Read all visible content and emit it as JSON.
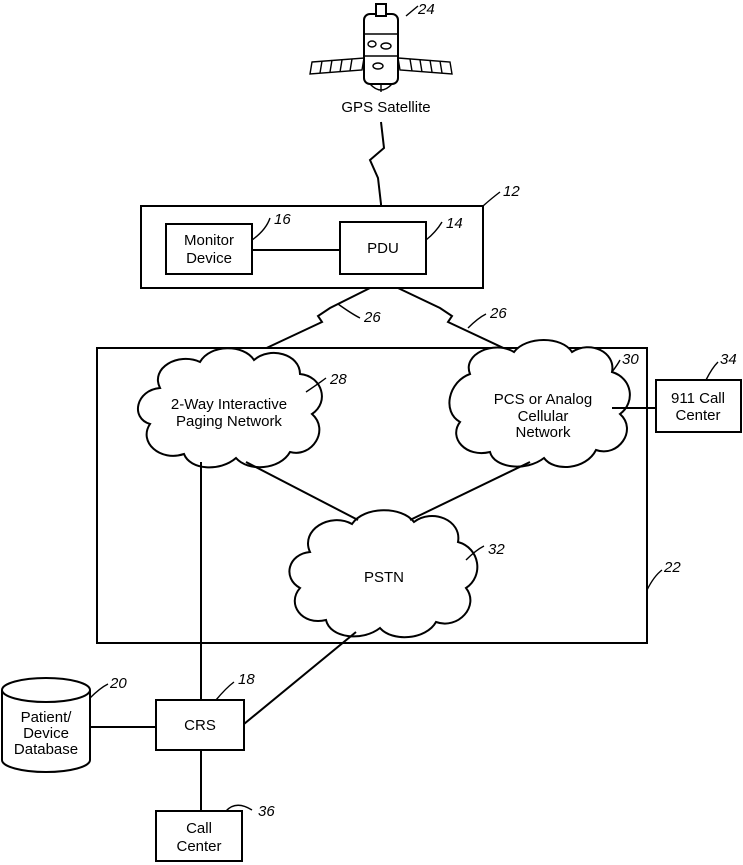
{
  "satellite": {
    "label": "GPS Satellite",
    "ref": "24"
  },
  "patient_unit": {
    "ref": "12"
  },
  "monitor": {
    "line1": "Monitor",
    "line2": "Device",
    "ref": "16"
  },
  "pdu": {
    "label": "PDU",
    "ref": "14"
  },
  "wireless_links": {
    "ref_left": "26",
    "ref_right": "26"
  },
  "network_box": {
    "ref": "22"
  },
  "paging_network": {
    "line1": "2-Way Interactive",
    "line2": "Paging Network",
    "ref": "28"
  },
  "cellular_network": {
    "line1": "PCS or Analog",
    "line2": "Cellular",
    "line3": "Network",
    "ref": "30"
  },
  "pstn": {
    "label": "PSTN",
    "ref": "32"
  },
  "call_911": {
    "line1": "911 Call",
    "line2": "Center",
    "ref": "34"
  },
  "crs": {
    "label": "CRS",
    "ref": "18"
  },
  "database": {
    "line1": "Patient/",
    "line2": "Device",
    "line3": "Database",
    "ref": "20"
  },
  "call_center": {
    "line1": "Call",
    "line2": "Center",
    "ref": "36"
  }
}
